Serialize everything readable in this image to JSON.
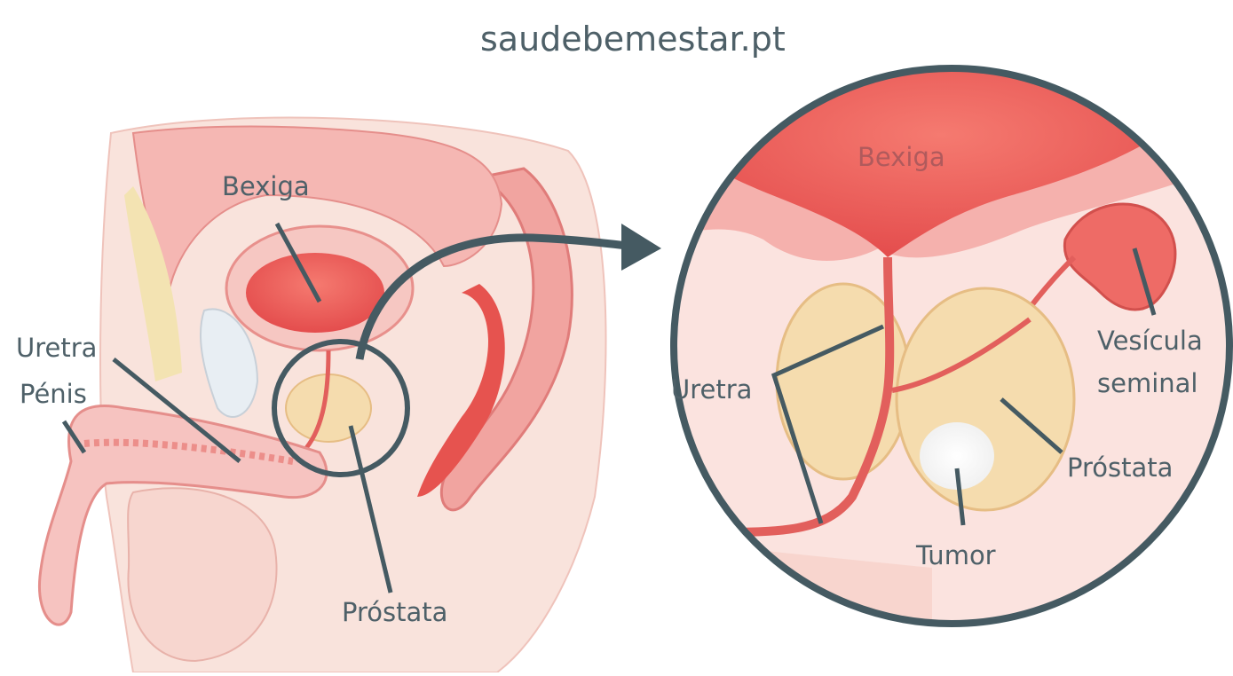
{
  "site": "saudebemestar.pt",
  "left_labels": {
    "bexiga": "Bexiga",
    "uretra": "Uretra",
    "penis": "Pénis",
    "prostata": "Próstata"
  },
  "right_labels": {
    "bexiga": "Bexiga",
    "uretra": "Uretra",
    "vesicula_line1": "Vesícula",
    "vesicula_line2": "seminal",
    "prostata": "Próstata",
    "tumor": "Tumor"
  },
  "colors": {
    "label": "#4e6068",
    "outline": "#455a62",
    "skin": "#f8ded6",
    "tissue": "#f3a9a4",
    "bladder_inner": "#ee5b57",
    "prostate": "#f5dcae",
    "tumor": "#ffffff",
    "fat": "#f3e3b2"
  }
}
